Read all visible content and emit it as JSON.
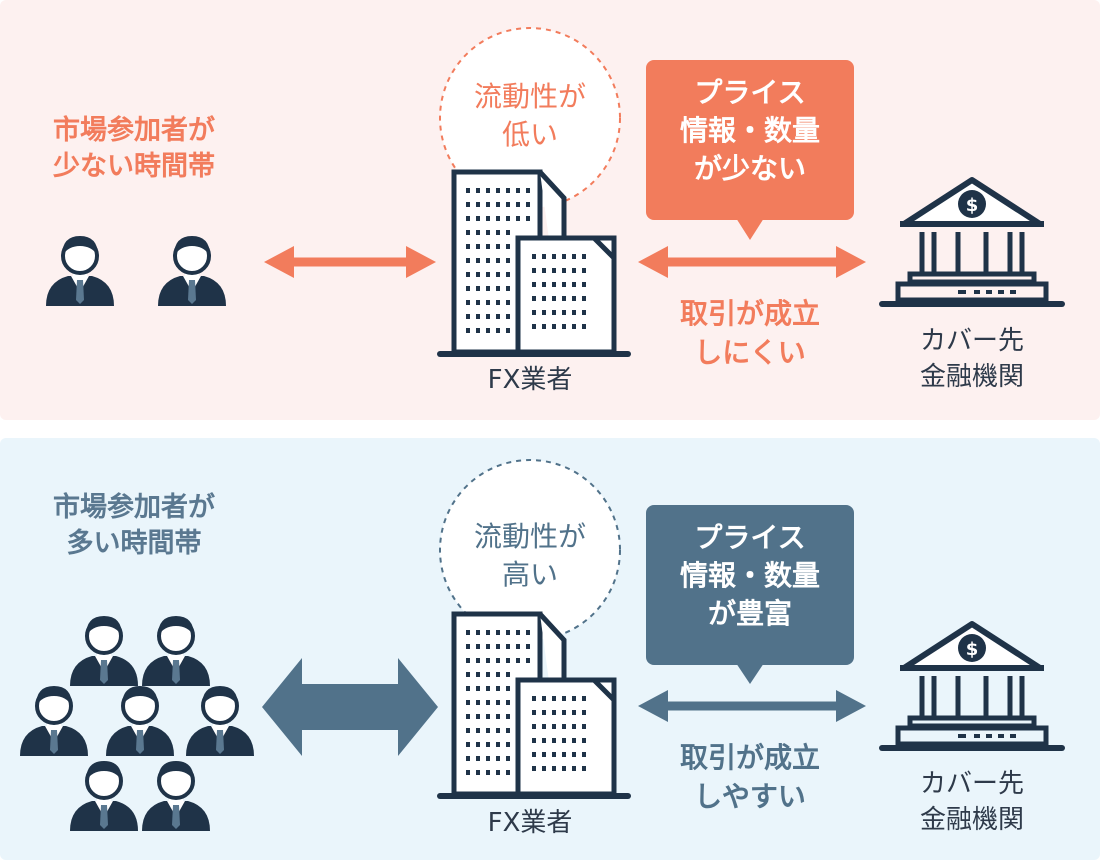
{
  "colors": {
    "orange": "#f27c5c",
    "slate": "#51728a",
    "navy": "#1f3348",
    "top_bg": "#fdf1f0",
    "bottom_bg": "#eaf5fb"
  },
  "top": {
    "title_line1": "市場参加者が",
    "title_line2": "少ない時間帯",
    "liquidity_line1": "流動性が",
    "liquidity_line2": "低い",
    "callout_line1": "プライス",
    "callout_line2": "情報・数量",
    "callout_line3": "が少ない",
    "status_line1": "取引が成立",
    "status_line2": "しにくい",
    "broker_label": "FX業者",
    "bank_line1": "カバー先",
    "bank_line2": "金融機関",
    "participant_icons": "person-icon x2"
  },
  "bottom": {
    "title_line1": "市場参加者が",
    "title_line2": "多い時間帯",
    "liquidity_line1": "流動性が",
    "liquidity_line2": "高い",
    "callout_line1": "プライス",
    "callout_line2": "情報・数量",
    "callout_line3": "が豊富",
    "status_line1": "取引が成立",
    "status_line2": "しやすい",
    "broker_label": "FX業者",
    "bank_line1": "カバー先",
    "bank_line2": "金融機関",
    "participant_icons": "person-icon x7"
  }
}
